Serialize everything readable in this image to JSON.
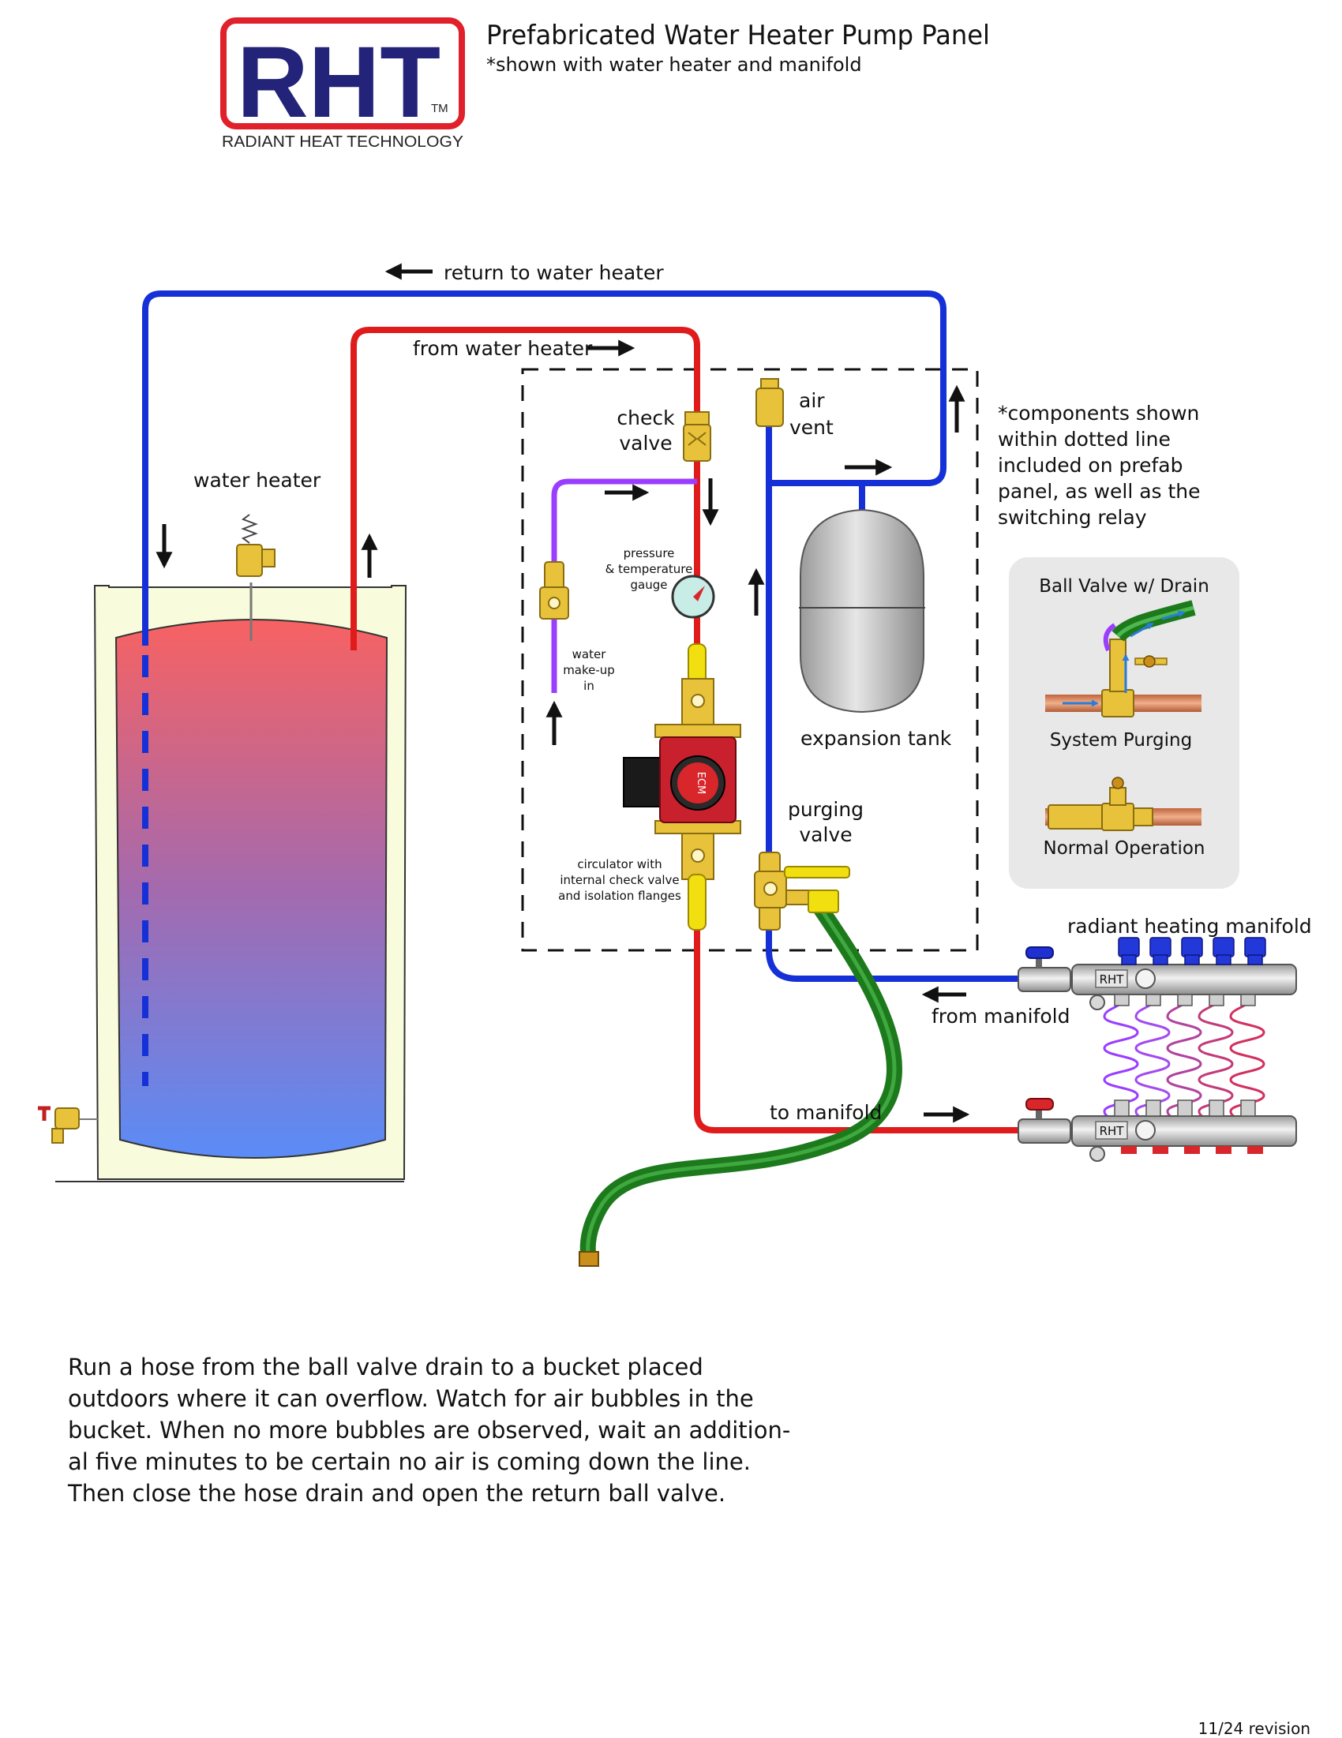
{
  "header": {
    "logo_letters": "RHT",
    "logo_tm": "TM",
    "logo_subtitle": "RADIANT HEAT TECHNOLOGY",
    "title": "Prefabricated Water Heater Pump Panel",
    "subtitle": "*shown with water heater and manifold"
  },
  "flow_labels": {
    "return_to_water_heater": "return to water heater",
    "from_water_heater": "from water heater",
    "from_manifold": "from manifold",
    "to_manifold": "to manifold"
  },
  "components": {
    "water_heater": "water heater",
    "check_valve": [
      "check",
      "valve"
    ],
    "air_vent": [
      "air",
      "vent"
    ],
    "pressure_gauge": [
      "pressure",
      "& temperature",
      "gauge"
    ],
    "water_makeup": [
      "water",
      "make-up",
      "in"
    ],
    "expansion_tank": "expansion tank",
    "purging_valve": [
      "purging",
      "valve"
    ],
    "circulator": [
      "circulator with",
      "internal check valve",
      "and isolation flanges"
    ],
    "circulator_badge": "ECM",
    "radiant_manifold": "radiant heating manifold",
    "manifold_badge": "RHT"
  },
  "note": [
    "*components shown",
    "within dotted line",
    "included on prefab",
    "panel, as well as the",
    "switching relay"
  ],
  "inset": {
    "title": "Ball Valve w/ Drain",
    "purging_caption": "System Purging",
    "normal_caption": "Normal Operation"
  },
  "instructions": [
    "Run a hose from the ball valve drain to a bucket placed",
    "outdoors where it can overflow. Watch for air bubbles in the",
    "bucket. When no more bubbles are observed, wait an addition-",
    "al five minutes to be certain no air is coming down the line.",
    "Then close the hose drain and open the return ball valve."
  ],
  "revision": "11/24 revision",
  "colors": {
    "supply": "#e01b1b",
    "return": "#1530d6",
    "makeup": "#9b3dff",
    "hose": "#1c7a1c",
    "brass": "#e8c23a",
    "logo_red": "#e0202a",
    "logo_blue": "#23237a"
  }
}
